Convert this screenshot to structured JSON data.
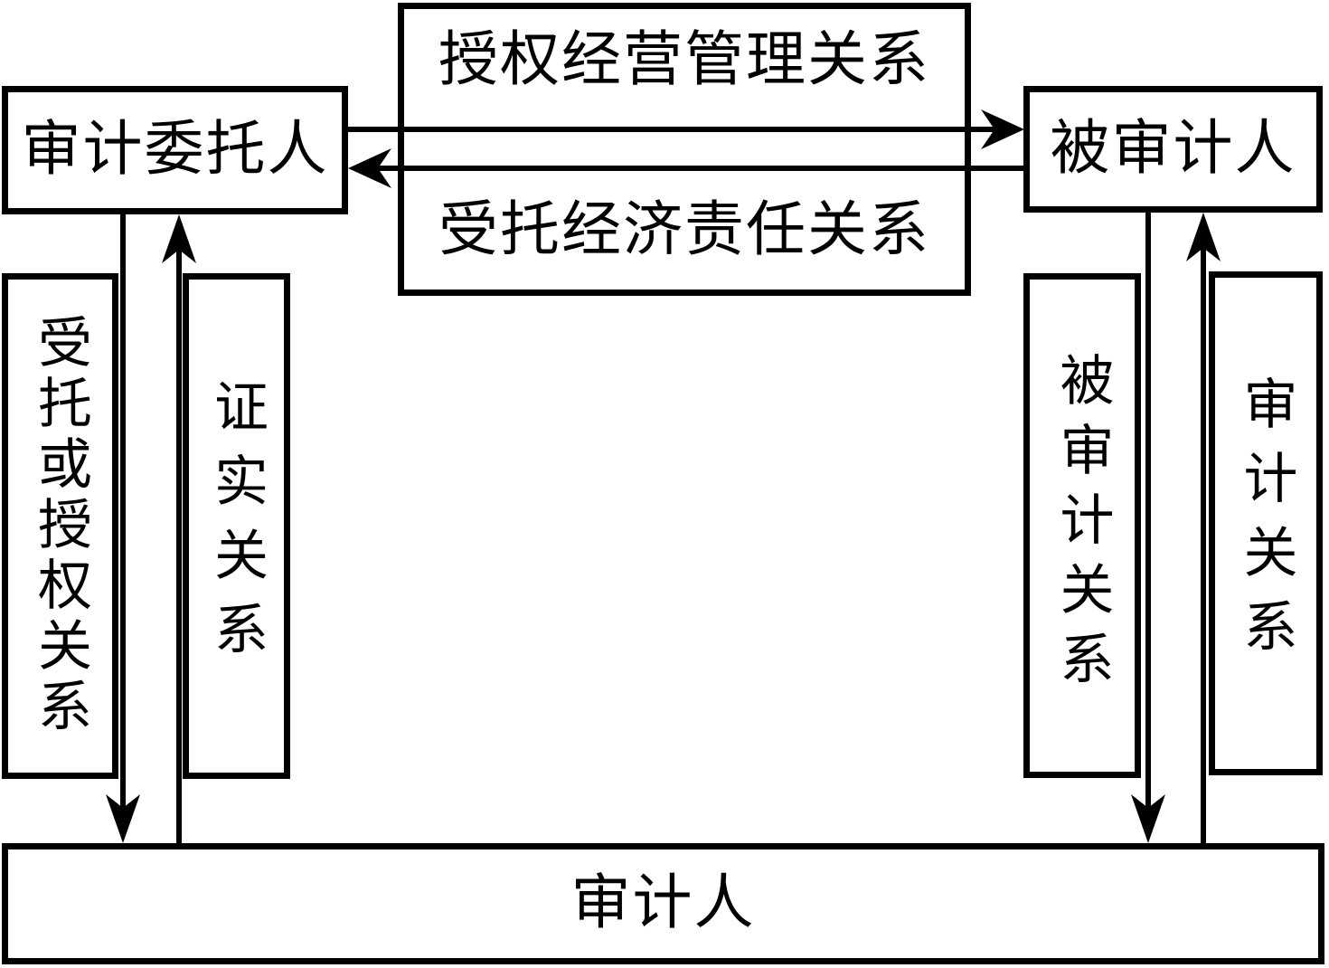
{
  "diagram": {
    "colors": {
      "line": "#000000",
      "background": "#ffffff",
      "text": "#000000"
    },
    "nodes": {
      "audit_client": "审计委托人",
      "auditee": "被审计人",
      "auditor": "审计人"
    },
    "relationships": {
      "authorized_management": "授权经营管理关系",
      "entrusted_economic_responsibility": "受托经济责任关系",
      "entrusted_or_authorized": "受托或授权关系",
      "verification": "证实关系",
      "being_audited": "被审计关系",
      "audit": "审计关系"
    },
    "arrows": [
      {
        "from": "审计委托人",
        "to": "被审计人",
        "direction": "right",
        "label": "授权经营管理关系"
      },
      {
        "from": "被审计人",
        "to": "审计委托人",
        "direction": "left",
        "label": "受托经济责任关系"
      },
      {
        "from": "审计委托人",
        "to": "审计人",
        "direction": "down",
        "label": "受托或授权关系"
      },
      {
        "from": "审计人",
        "to": "审计委托人",
        "direction": "up",
        "label": "证实关系"
      },
      {
        "from": "被审计人",
        "to": "审计人",
        "direction": "down",
        "label": "被审计关系"
      },
      {
        "from": "审计人",
        "to": "被审计人",
        "direction": "up",
        "label": "审计关系"
      }
    ]
  }
}
